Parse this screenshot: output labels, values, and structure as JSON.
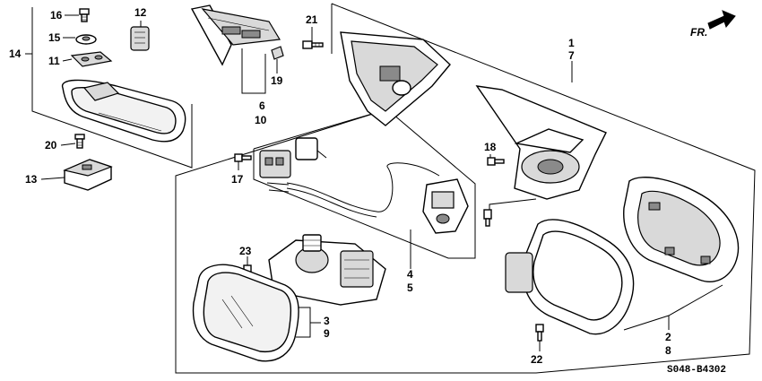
{
  "callouts": {
    "p1": "1",
    "p2": "2",
    "p3": "3",
    "p4": "4",
    "p5": "5",
    "p6": "6",
    "p7": "7",
    "p8": "8",
    "p9": "9",
    "p10": "10",
    "p11": "11",
    "p12": "12",
    "p13": "13",
    "p14": "14",
    "p15": "15",
    "p16": "16",
    "p17": "17",
    "p18": "18",
    "p19": "19",
    "p20": "20",
    "p21": "21",
    "p22": "22",
    "p23": "23"
  },
  "direction_label": "FR.",
  "diagram_code": "S048-B4302"
}
